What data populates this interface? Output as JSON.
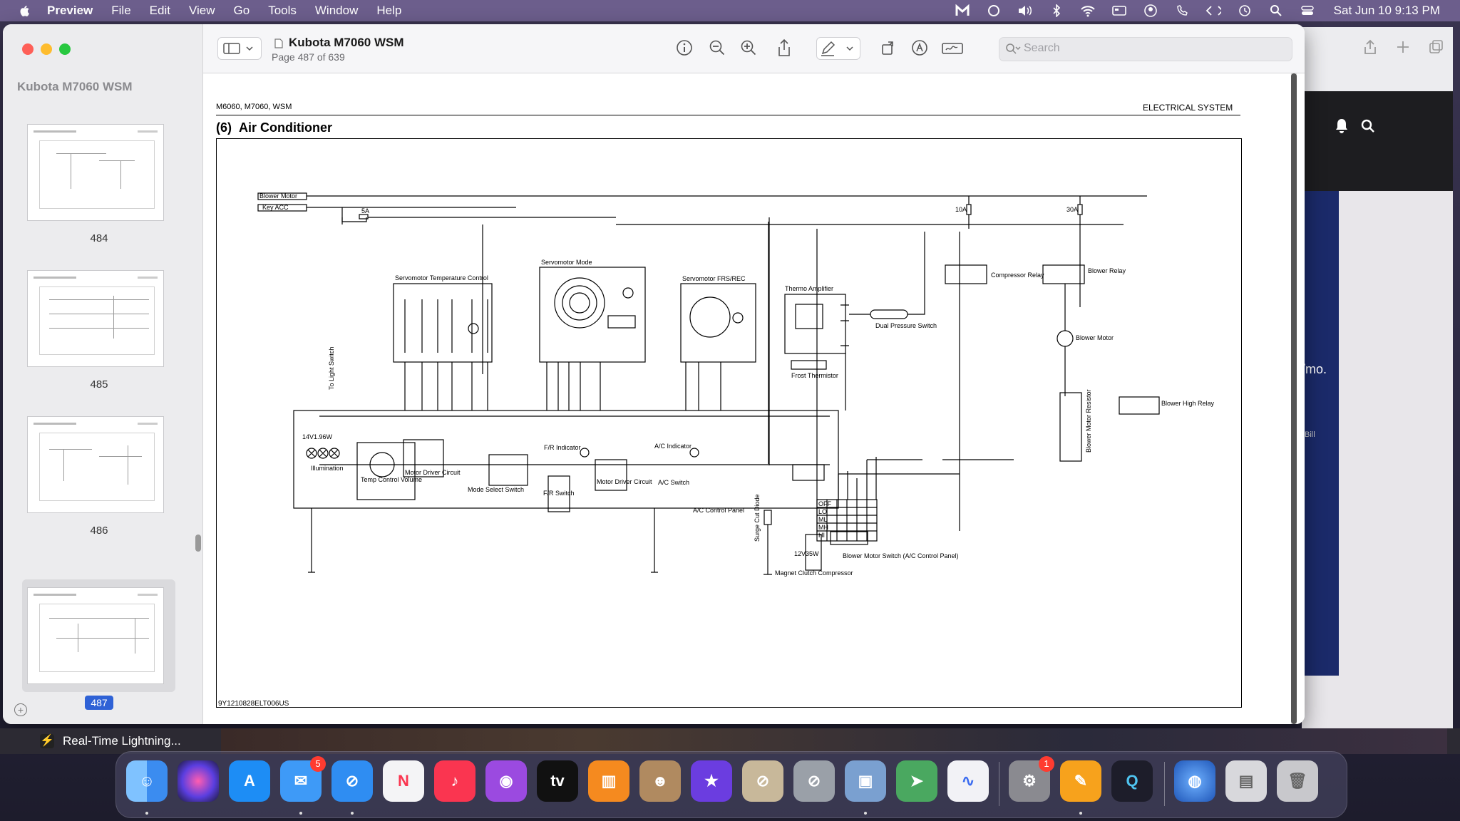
{
  "menubar": {
    "app_name": "Preview",
    "menus": [
      "File",
      "Edit",
      "View",
      "Go",
      "Tools",
      "Window",
      "Help"
    ],
    "clock": "Sat Jun 10  9:13 PM"
  },
  "window": {
    "doc_title": "Kubota M7060 WSM",
    "page_indicator": "Page 487 of 639",
    "search_placeholder": "Search"
  },
  "sidebar": {
    "title": "Kubota M7060 WSM",
    "pages": [
      {
        "number": "484"
      },
      {
        "number": "485"
      },
      {
        "number": "486"
      },
      {
        "number": "487",
        "selected": true
      }
    ]
  },
  "page": {
    "header_left": "M6060, M7060, WSM",
    "header_right": "ELECTRICAL SYSTEM",
    "section_number": "(6)",
    "section_title": "Air Conditioner",
    "footer_code": "9Y1210828ELT006US",
    "diagram_labels": {
      "blower_motor_tag": "Blower Motor",
      "key_acc_tag": "Key ACC",
      "fuse_5a": "5A",
      "fuse_10a": "10A",
      "fuse_30a": "30A",
      "servo_temp": "Servomotor Temperature Control",
      "servo_mode": "Servomotor Mode",
      "servo_frs": "Servomotor FRS/REC",
      "thermo_amp": "Thermo Amplifier",
      "frost_thermistor": "Frost Thermistor",
      "dual_pressure": "Dual Pressure Switch",
      "compressor_relay": "Compressor Relay",
      "blower_relay": "Blower Relay",
      "blower_motor": "Blower Motor",
      "blower_high_relay": "Blower High Relay",
      "blower_motor_resistor": "Blower Motor Resistor",
      "to_light_switch": "To Light Switch",
      "illumination": "Illumination",
      "illum_watt": "14V1.96W",
      "temp_control_volume": "Temp Control Volume",
      "motor_driver_1": "Motor Driver Circuit",
      "mode_select_switch": "Mode Select Switch",
      "fr_indicator": "F/R Indicator",
      "fr_switch": "F/R Switch",
      "motor_driver_2": "Motor Driver Circuit",
      "ac_indicator": "A/C Indicator",
      "ac_switch": "A/C Switch",
      "ac_control_panel": "A/C Control Panel",
      "surge_cut_diode": "Surge Cut Diode",
      "magnet_clutch": "Magnet Clutch Compressor",
      "clutch_watt": "12V35W",
      "blower_motor_switch": "Blower Motor Switch (A/C Control Panel)",
      "switch_positions": [
        "OFF",
        "LO",
        "ML",
        "MH",
        "HI"
      ]
    }
  },
  "background": {
    "browser_text": "/mo.",
    "browser_small": "Bill",
    "behind_item": "Real-Time Lightning..."
  },
  "dock": {
    "items": [
      {
        "name": "finder",
        "color": "#3b8cf0"
      },
      {
        "name": "siri",
        "color": "#2a2250"
      },
      {
        "name": "app-store",
        "color": "#1d8df5"
      },
      {
        "name": "mail",
        "color": "#3e9af7",
        "badge": "5"
      },
      {
        "name": "safari",
        "color": "#2f8df2"
      },
      {
        "name": "news",
        "color": "#f4f4f6"
      },
      {
        "name": "music",
        "color": "#fa3550"
      },
      {
        "name": "podcasts",
        "color": "#9b4ae0"
      },
      {
        "name": "tv",
        "color": "#111111"
      },
      {
        "name": "books",
        "color": "#f58a1f"
      },
      {
        "name": "contacts",
        "color": "#b08a60"
      },
      {
        "name": "imovie",
        "color": "#6b3de0"
      },
      {
        "name": "preview-tools",
        "color": "#c8b89a"
      },
      {
        "name": "utility",
        "color": "#9aa0a8"
      },
      {
        "name": "preview",
        "color": "#7aa0d0"
      },
      {
        "name": "maps",
        "color": "#4aa860"
      },
      {
        "name": "freeform",
        "color": "#f2f2f6"
      },
      {
        "name": "system-settings",
        "color": "#8a8a90",
        "badge": "1"
      },
      {
        "name": "pages",
        "color": "#f7a21c"
      },
      {
        "name": "quicktime",
        "color": "#1d1d2a"
      },
      {
        "name": "network-globe",
        "color": "#2a6ad0"
      },
      {
        "name": "documents-stack",
        "color": "#d8d8dc"
      },
      {
        "name": "trash",
        "color": "#c8c8cc"
      }
    ]
  }
}
